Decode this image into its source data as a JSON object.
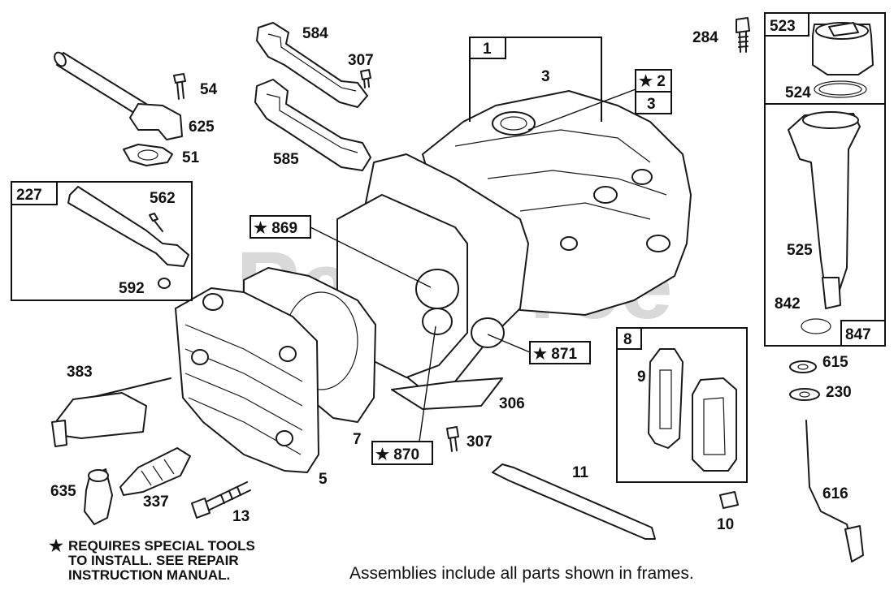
{
  "watermark": "PartsTree",
  "labels": {
    "l284": "284",
    "l584": "584",
    "l307a": "307",
    "l54": "54",
    "l625": "625",
    "l51": "51",
    "l585": "585",
    "l562": "562",
    "l592": "592",
    "l3a": "3",
    "l3b": "3",
    "l524": "524",
    "l525": "525",
    "l842": "842",
    "l615": "615",
    "l230": "230",
    "l383": "383",
    "l306": "306",
    "l7": "7",
    "l307b": "307",
    "l9": "9",
    "l5": "5",
    "l11": "11",
    "l635": "635",
    "l337": "337",
    "l13": "13",
    "l10": "10",
    "l616": "616"
  },
  "frames": {
    "f1": "1",
    "f227": "227",
    "f523": "523",
    "f847": "847",
    "f8": "8"
  },
  "callouts": {
    "c2": "★ 2",
    "c2_sub": "3",
    "c869": "★ 869",
    "c871": "★ 871",
    "c870": "★ 870"
  },
  "special_tools_note": {
    "star": "★",
    "text": "REQUIRES SPECIAL TOOLS\nTO INSTALL.  SEE REPAIR\nINSTRUCTION MANUAL."
  },
  "footer_note": "Assemblies include all parts shown in frames."
}
